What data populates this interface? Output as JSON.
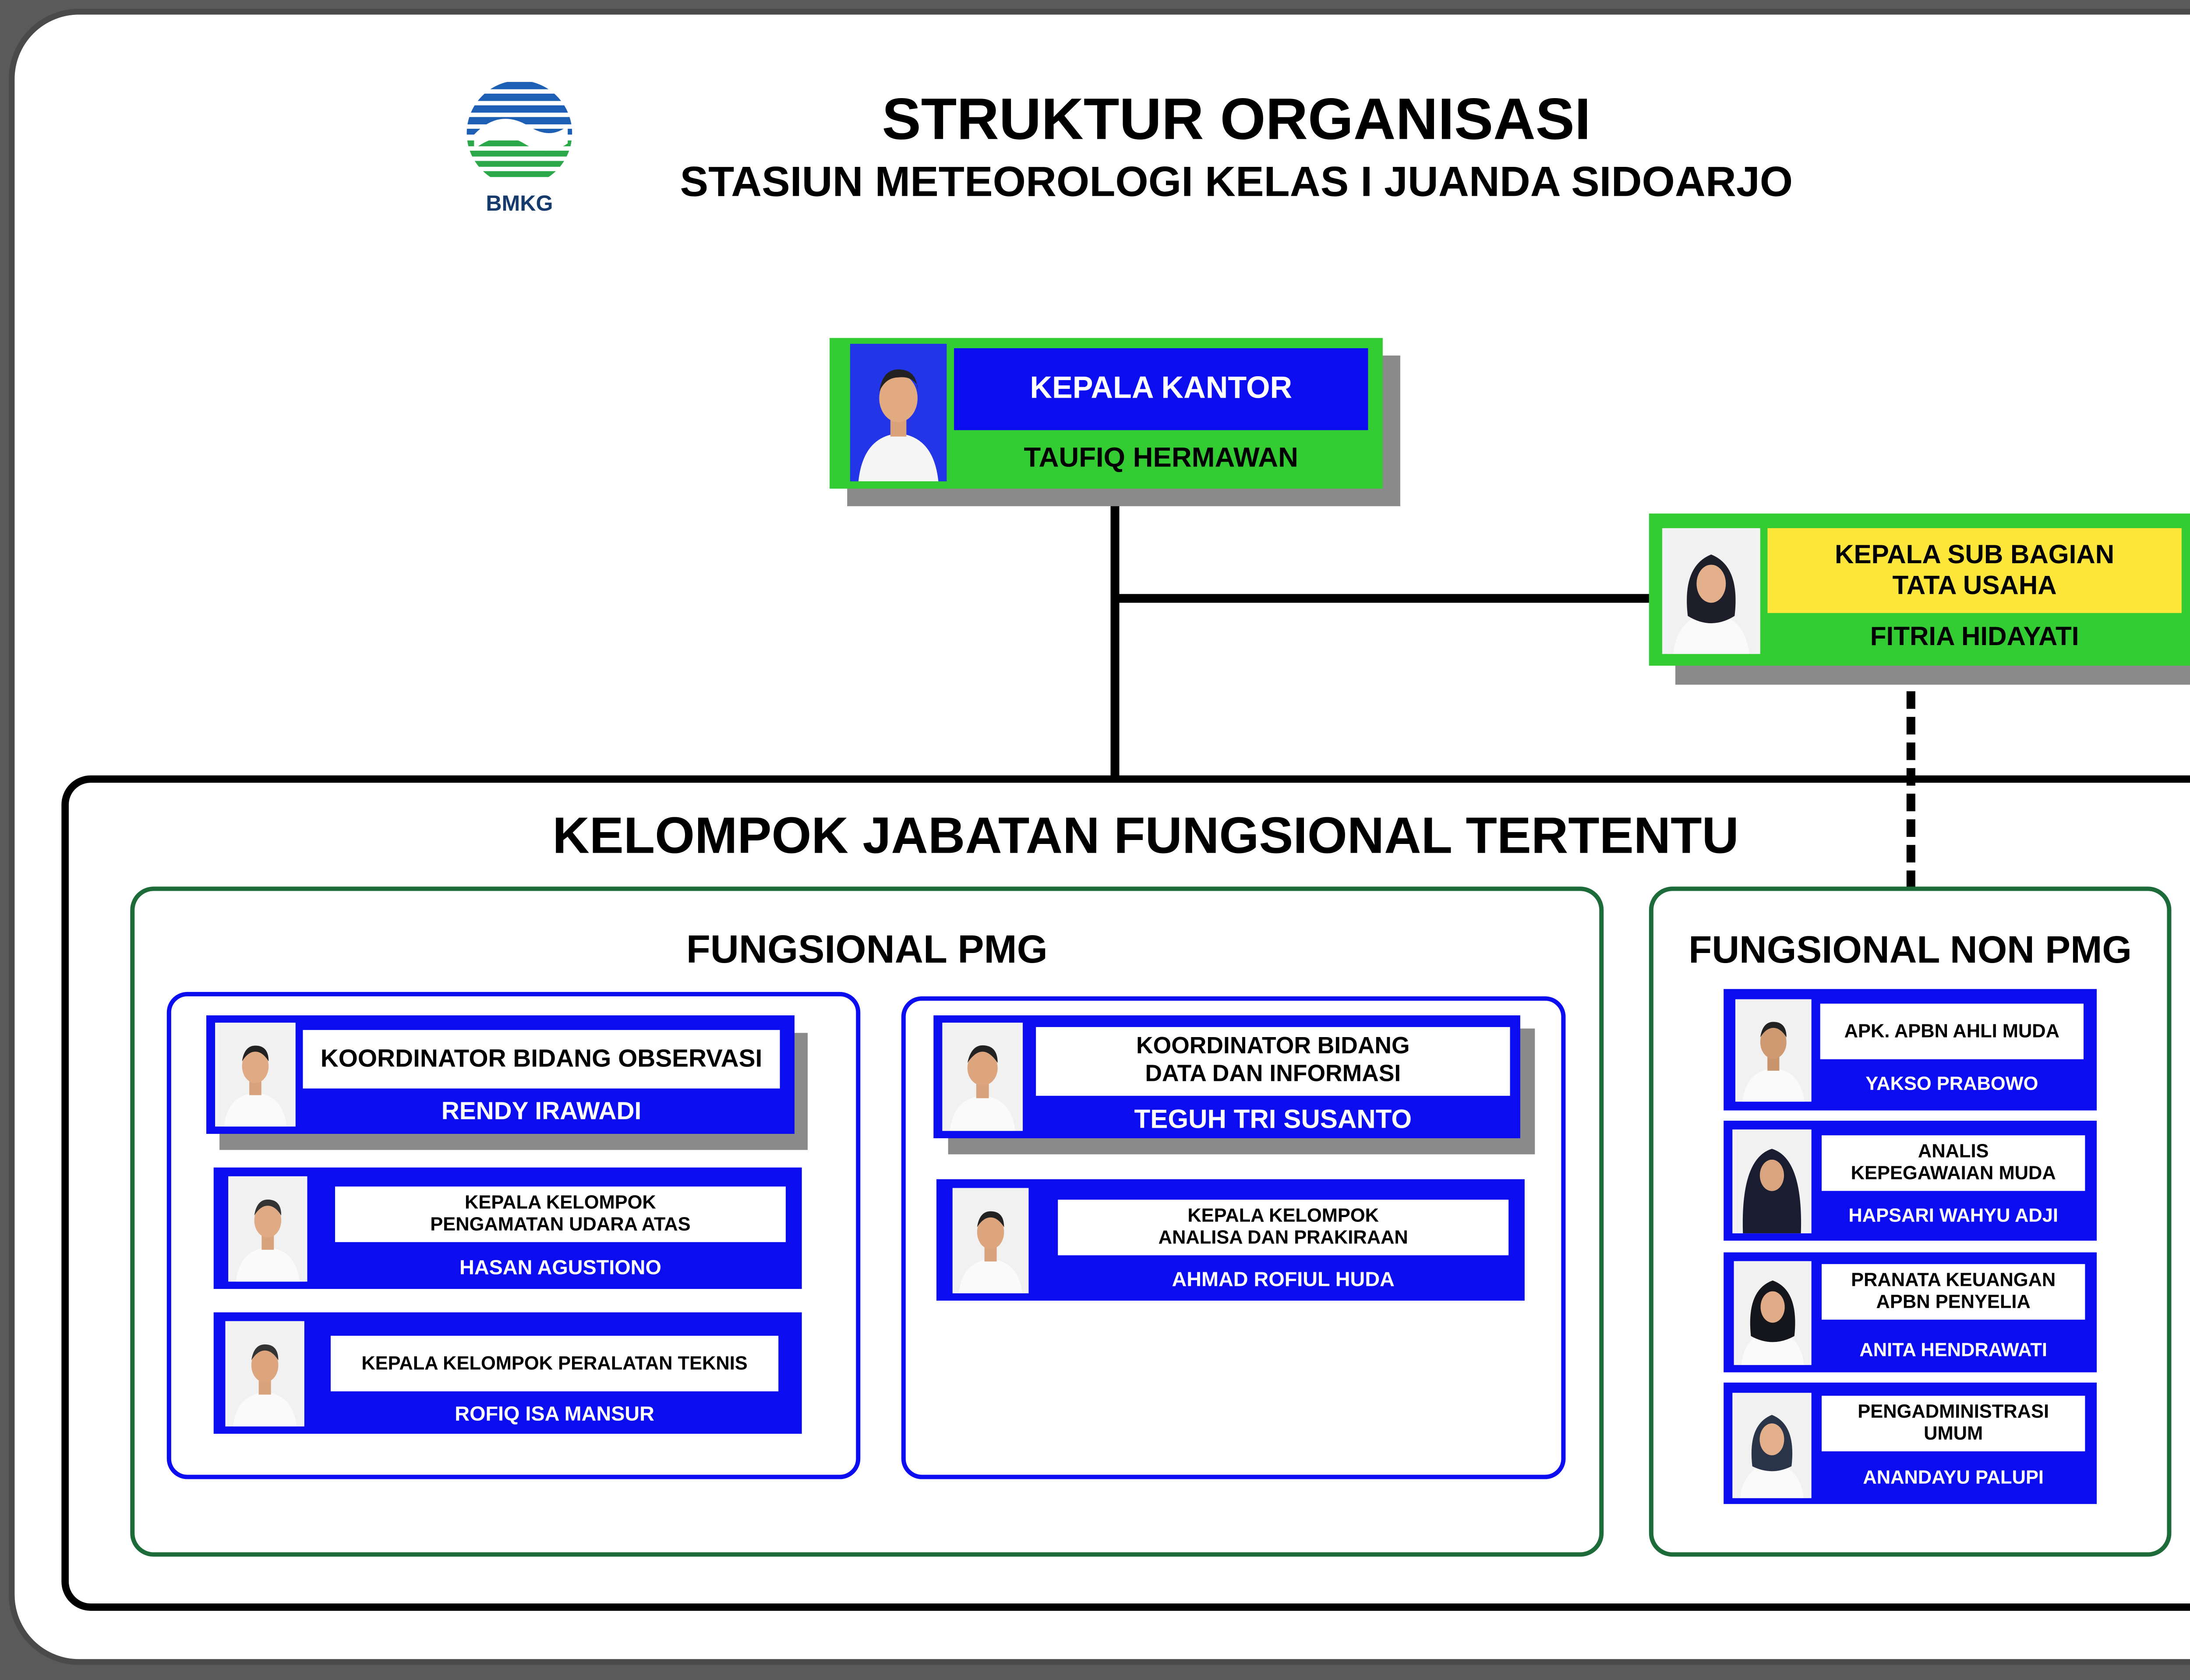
{
  "header": {
    "logo_text": "BMKG",
    "title": "STRUKTUR ORGANISASI",
    "subtitle": "STASIUN METEOROLOGI KELAS I JUANDA SIDOARJO"
  },
  "head_office": {
    "title": "KEPALA KANTOR",
    "name": "TAUFIQ HERMAWAN"
  },
  "sub_head": {
    "title": "KEPALA SUB BAGIAN\nTATA USAHA",
    "name": "FITRIA HIDAYATI"
  },
  "group": {
    "title": "KELOMPOK JABATAN FUNGSIONAL TERTENTU",
    "pmg": {
      "title": "FUNGSIONAL PMG",
      "observasi": {
        "coordinator": {
          "title": "KOORDINATOR BIDANG OBSERVASI",
          "name": "RENDY IRAWADI"
        },
        "members": [
          {
            "title": "KEPALA KELOMPOK\nPENGAMATAN UDARA ATAS",
            "name": "HASAN AGUSTIONO"
          },
          {
            "title": "KEPALA KELOMPOK PERALATAN TEKNIS",
            "name": "ROFIQ ISA MANSUR"
          }
        ]
      },
      "datin": {
        "coordinator": {
          "title": "KOORDINATOR BIDANG\nDATA DAN INFORMASI",
          "name": "TEGUH TRI SUSANTO"
        },
        "members": [
          {
            "title": "KEPALA KELOMPOK\nANALISA DAN PRAKIRAAN",
            "name": "AHMAD ROFIUL HUDA"
          }
        ]
      }
    },
    "non_pmg": {
      "title": "FUNGSIONAL NON PMG",
      "members": [
        {
          "title": "APK. APBN AHLI MUDA",
          "name": "YAKSO PRABOWO"
        },
        {
          "title": "ANALIS\nKEPEGAWAIAN MUDA",
          "name": "HAPSARI WAHYU ADJI"
        },
        {
          "title": "PRANATA KEUANGAN\nAPBN PENYELIA",
          "name": "ANITA HENDRAWATI"
        },
        {
          "title": "PENGADMINISTRASI\nUMUM",
          "name": "ANANDAYU PALUPI"
        }
      ]
    }
  },
  "colors": {
    "blue": "#0c0cf0",
    "green": "#33cc33",
    "yellow": "#ffe63a",
    "dark_green": "#1e6b3a"
  }
}
